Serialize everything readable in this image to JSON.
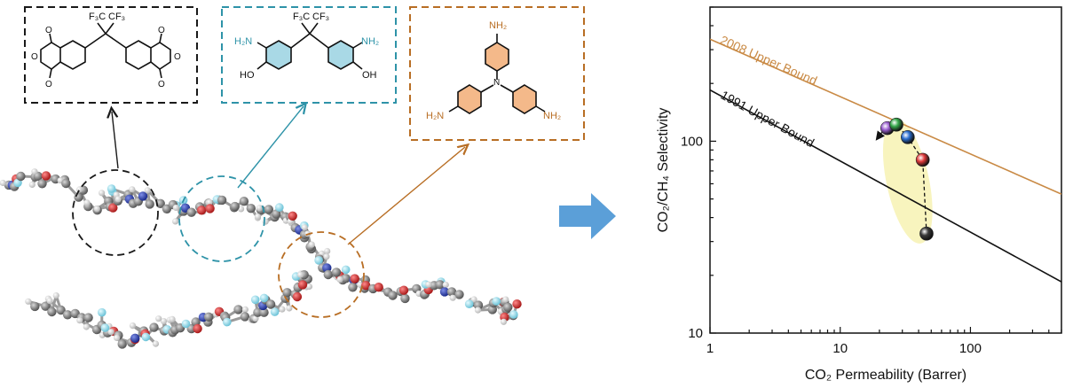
{
  "colors": {
    "black": "#1a1a1a",
    "teal": "#2e93a8",
    "teal_fill": "#a9d9e6",
    "orange": "#b86e24",
    "orange_fill": "#f4b98a",
    "arrow_blue": "#5b9fd8",
    "fluorine": "#8fd8e8",
    "oxygen": "#d52b2b",
    "nitrogen": "#2a3fb0",
    "carbon": "#8a8a8a",
    "hydrogen": "#f0f0f0"
  },
  "structures": {
    "box1": {
      "cf3_left": "F₃C",
      "cf3_right": "CF₃",
      "o_top_left": "O",
      "o_ring_left": "O",
      "o_bottom_left": "O",
      "o_top_right": "O",
      "o_ring_right": "O",
      "o_bottom_right": "O"
    },
    "box2": {
      "cf3_left": "F₃C",
      "cf3_right": "CF₃",
      "nh2_left": "H₂N",
      "nh2_right": "NH₂",
      "ho_left": "HO",
      "oh_right": "OH"
    },
    "box3": {
      "nh2_top": "NH₂",
      "n_center": "N",
      "nh2_left": "H₂N",
      "nh2_right": "NH₂"
    }
  },
  "chart_data": {
    "type": "scatter",
    "xlabel": "CO₂ Permeability (Barrer)",
    "ylabel": "CO₂/CH₄ Selectivity",
    "xscale": "log",
    "yscale": "log",
    "xlim": [
      1,
      500
    ],
    "ylim": [
      10,
      500
    ],
    "xticks": [
      1,
      10,
      100
    ],
    "xtick_labels": [
      "1",
      "10",
      "100"
    ],
    "yticks": [
      10,
      100
    ],
    "ytick_labels": [
      "10",
      "100"
    ],
    "upper_bounds": [
      {
        "name": "2008 Upper Bound",
        "color": "#c98a45",
        "points": [
          [
            1,
            340
          ],
          [
            500,
            53
          ]
        ]
      },
      {
        "name": "1991 Upper Bound",
        "color": "#111111",
        "points": [
          [
            1,
            185
          ],
          [
            500,
            18.5
          ]
        ]
      }
    ],
    "series": [
      {
        "color": "#9a5fd0",
        "values": [
          [
            23,
            117
          ]
        ]
      },
      {
        "color": "#36a94c",
        "values": [
          [
            27,
            122
          ]
        ]
      },
      {
        "color": "#2a6fd0",
        "values": [
          [
            33,
            105
          ]
        ]
      },
      {
        "color": "#e03a3a",
        "values": [
          [
            43,
            80
          ]
        ]
      },
      {
        "color": "#3a3a3a",
        "values": [
          [
            46,
            33
          ]
        ]
      }
    ],
    "grid": false
  }
}
